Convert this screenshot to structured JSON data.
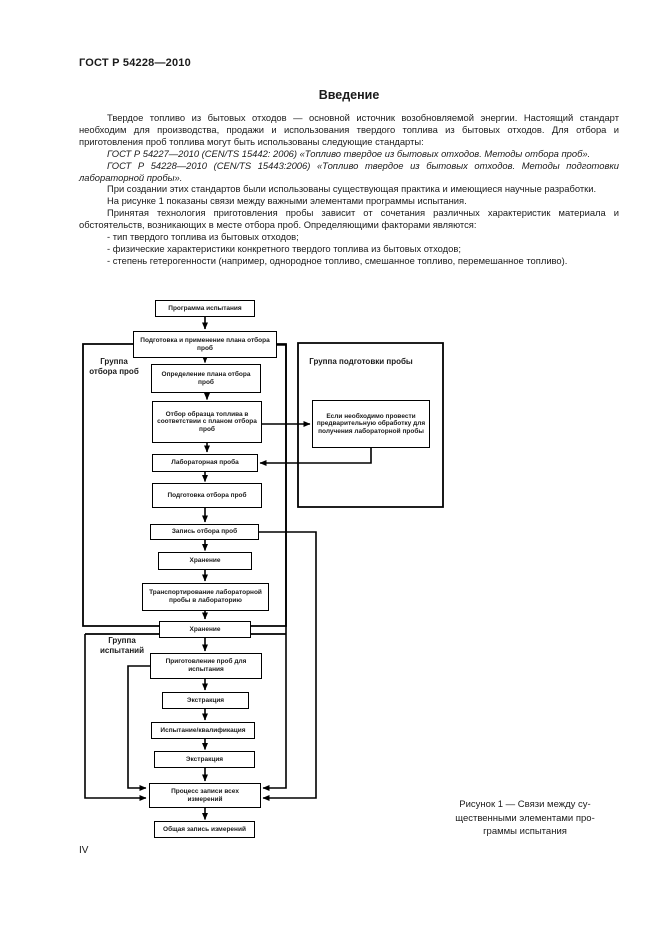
{
  "page": {
    "header": "ГОСТ Р 54228—2010",
    "title": "Введение",
    "page_number": "IV"
  },
  "intro": {
    "p1": "Твердое топливо из бытовых отходов — основной источник возобновляемой энергии. Настоящий стандарт необходим для производства, продажи и использования твердого топлива из бытовых отходов. Для отбора и приготовления проб топлива могут быть использованы следующие стандарты:",
    "p2": "ГОСТ Р 54227—2010 (CEN/TS 15442: 2006) «Топливо твердое из бытовых отходов. Методы отбора проб».",
    "p3": "ГОСТ Р 54228—2010 (CEN/TS 15443:2006) «Топливо твердое из бытовых отходов. Методы подготовки лабораторной пробы».",
    "p4": "При создании этих стандартов были использованы существующая практика и имеющиеся научные разработки.",
    "p5": "На рисунке 1 показаны связи между важными элементами программы испытания.",
    "p6": "Принятая технология приготовления пробы зависит от сочетания различных характеристик материала и обстоятельств, возникающих в месте отбора проб. Определяющими факторами являются:",
    "bullets": [
      "- тип твердого топлива из бытовых отходов;",
      "- физические характеристики конкретного твердого топлива из бытовых отходов;",
      "- степень гетерогенности (например, однородное топливо, смешанное топливо, перемешанное топливо)."
    ]
  },
  "figure": {
    "groups": {
      "sampling": "Группа отбора проб",
      "preparation": "Группа подготовки пробы",
      "testing": "Группа испытаний"
    },
    "boxes": {
      "program": "Программа испытания",
      "plan_prep": "Подготовка и применение плана отбора проб",
      "plan_def": "Определение плана отбора проб",
      "sample_selection": "Отбор образца топлива в соответствии с планом отбора проб",
      "pretreatment": "Если необходимо провести предварительную обработку для получения лабораторной пробы",
      "lab_sample": "Лабораторная проба",
      "sampling_prep": "Подготовка отбора проб",
      "sampling_record": "Запись отбора проб",
      "storage1": "Хранение",
      "transport": "Транспортирование лабораторной пробы в лабораторию",
      "storage2": "Хранение",
      "test_prep": "Приготовление проб для испытания",
      "extraction1": "Экстракция",
      "testing_qualification": "Испытание/квалификация",
      "extraction2": "Экстракция",
      "record_process": "Процесс записи всех измерений",
      "total_record": "Общая запись измерений"
    },
    "caption": {
      "line1": "Рисунок 1 — Связи между су-",
      "line2": "щественными элементами про-",
      "line3": "граммы испытания"
    }
  }
}
